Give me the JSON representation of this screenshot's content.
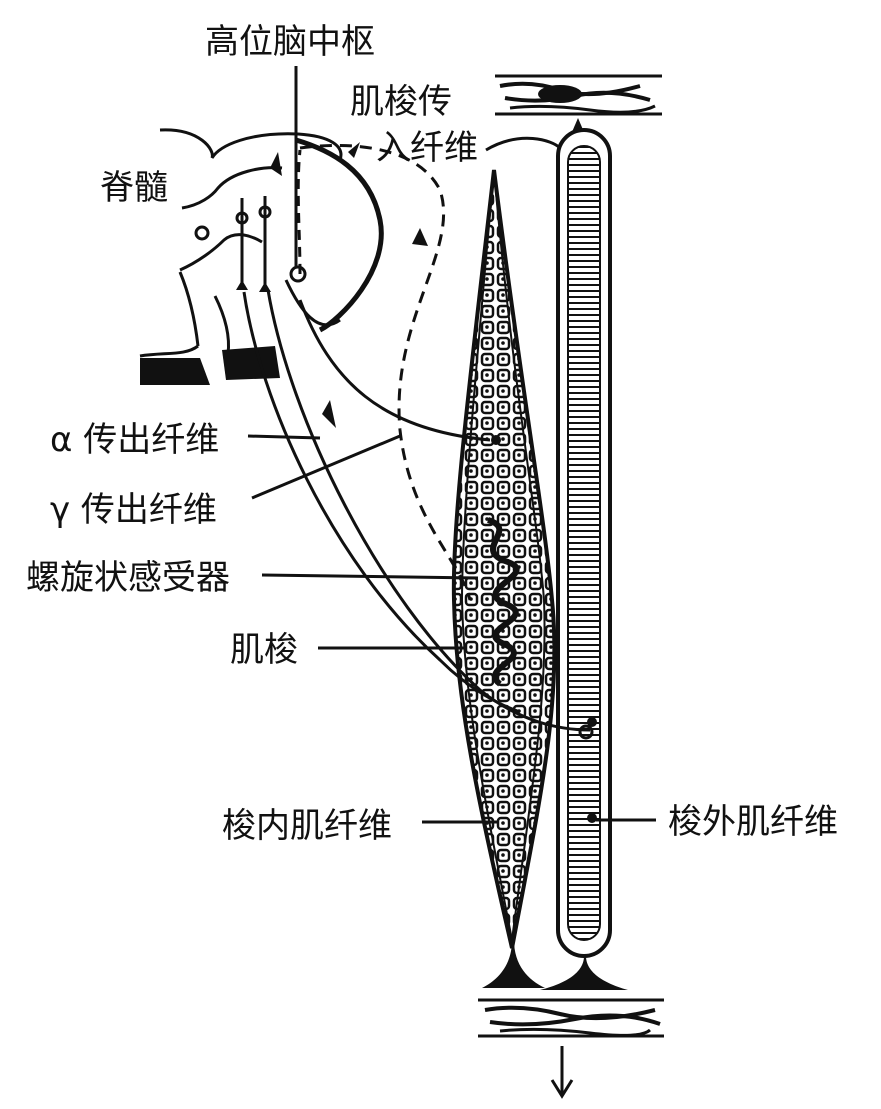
{
  "diagram": {
    "labels": {
      "higher_center": "高位脑中枢",
      "spindle_afferent_1": "肌梭传",
      "spindle_afferent_2": "入纤维",
      "spinal_cord": "脊髓",
      "alpha_efferent": "α 传出纤维",
      "gamma_efferent": "γ 传出纤维",
      "spiral_receptor": "螺旋状感受器",
      "muscle_spindle": "肌梭",
      "intrafusal_fiber": "梭内肌纤维",
      "extrafusal_fiber": "梭外肌纤维"
    },
    "colors": {
      "ink": "#111111",
      "paper": "#ffffff"
    },
    "icons": {
      "bottom_arrow": "arrow-down-icon"
    }
  }
}
